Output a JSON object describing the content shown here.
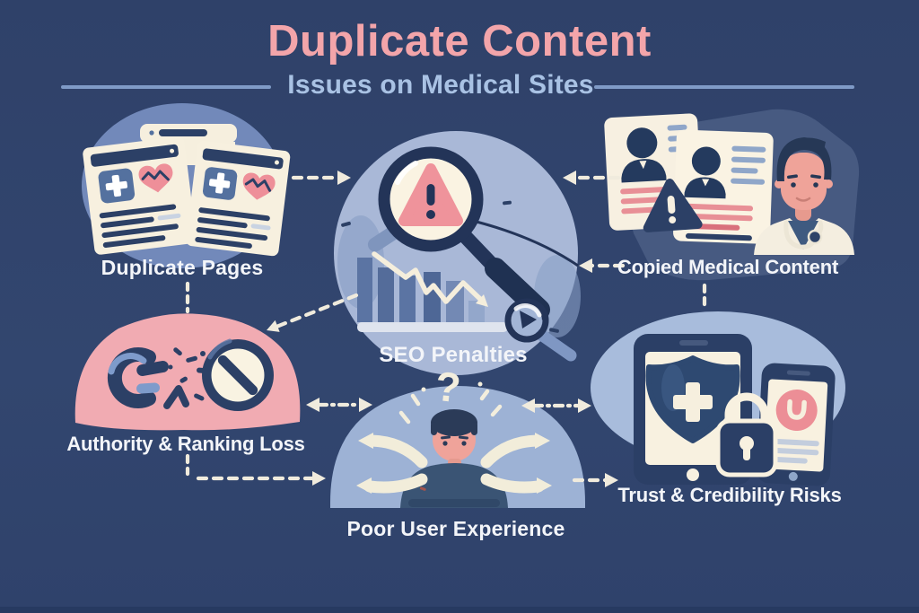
{
  "header": {
    "title": "Duplicate Content",
    "subtitle": "Issues on Medical Sites"
  },
  "nodes": {
    "duplicate_pages": {
      "label": "Duplicate Pages"
    },
    "seo_penalties": {
      "label": "SEO Penalties"
    },
    "copied_medical_content": {
      "label": "Copied Medical Content"
    },
    "authority_ranking_loss": {
      "label": "Authority & Ranking Loss"
    },
    "poor_user_experience": {
      "label": "Poor User Experience"
    },
    "trust_credibility_risks": {
      "label": "Trust & Credibility Risks"
    }
  },
  "icons": {
    "duplicate_pages": "duplicate-medical-webpages-icon",
    "seo_penalties": "magnifier-warning-declining-chart-icon",
    "copied_medical_content": "copied-profile-cards-doctor-icon",
    "authority_ranking_loss": "broken-link-prohibition-icon",
    "poor_user_experience": "confused-user-arrows-icon",
    "trust_credibility_risks": "tablet-shield-lock-phone-icon"
  },
  "connections": [
    {
      "from": "Duplicate Pages",
      "to": "SEO Penalties",
      "style": "dashed-arrow"
    },
    {
      "from": "Copied Medical Content",
      "to": "SEO Penalties",
      "style": "dashed-arrow-top"
    },
    {
      "from": "Copied Medical Content",
      "to": "SEO Penalties",
      "style": "dashed-arrow-label-level"
    },
    {
      "from": "Duplicate Pages",
      "to": "Authority & Ranking Loss",
      "style": "dashed-line"
    },
    {
      "from": "SEO Penalties",
      "to": "Authority & Ranking Loss",
      "style": "dashed-arrow-diagonal"
    },
    {
      "from": "Authority & Ranking Loss",
      "to": "Poor User Experience",
      "style": "dashed-double-arrow"
    },
    {
      "from": "Authority & Ranking Loss",
      "to": "Poor User Experience",
      "style": "dashed-arrow-lower"
    },
    {
      "from": "Poor User Experience",
      "to": "Trust & Credibility Risks",
      "style": "dashed-double-arrow"
    },
    {
      "from": "Poor User Experience",
      "to": "Trust & Credibility Risks",
      "style": "dashed-arrow-lower"
    },
    {
      "from": "Copied Medical Content",
      "to": "Trust & Credibility Risks",
      "style": "dashed-line"
    }
  ],
  "decor": {
    "question_mark": "?"
  },
  "colors": {
    "background": "#30446e",
    "title_pink": "#f3a5aa",
    "subtitle_blue": "#a9c2e4",
    "label_white": "#f3f5f9",
    "navy": "#2c4066",
    "cream": "#f8f1e0",
    "arrow_cream": "#f0ebdd",
    "pink_blob": "#f1abb2",
    "light_blue_circle": "#a9b8d7",
    "accent_pink": "#ef939b"
  }
}
